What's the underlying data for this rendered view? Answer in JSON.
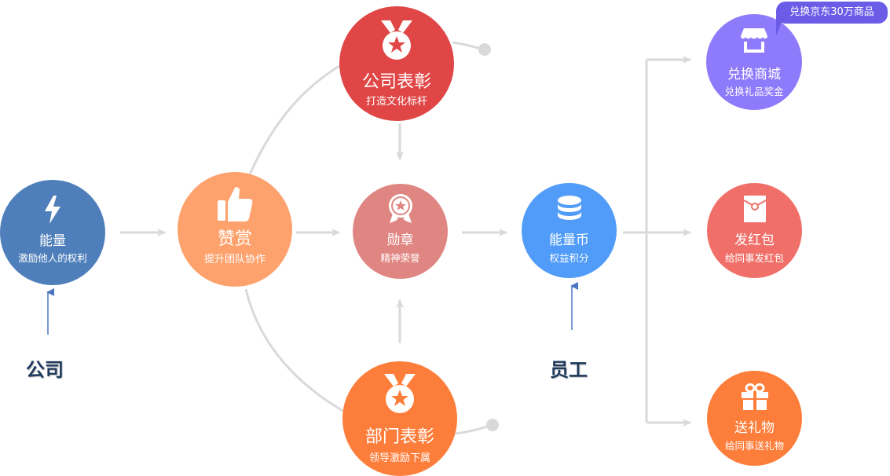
{
  "colors": {
    "connector": "#d9d9d9",
    "actor_arrow": "#4a76c2",
    "actor_text": "#1f3a5c"
  },
  "actors": {
    "company": "公司",
    "employee": "员工"
  },
  "nodes": {
    "energy": {
      "title": "能量",
      "subtitle": "激励他人的权利",
      "icon": "lightning-icon",
      "color": "#4f7fba"
    },
    "praise": {
      "title": "赞赏",
      "subtitle": "提升团队协作",
      "icon": "thumbs-up-icon",
      "color": "#fda26c"
    },
    "company_award": {
      "title": "公司表彰",
      "subtitle": "打造文化标杆",
      "icon": "medal-icon",
      "color": "#e04646"
    },
    "badge": {
      "title": "勋章",
      "subtitle": "精神荣誉",
      "icon": "rosette-icon",
      "color": "#e08682"
    },
    "dept_award": {
      "title": "部门表彰",
      "subtitle": "领导激励下属",
      "icon": "medal-icon",
      "color": "#fd7d3a"
    },
    "coins": {
      "title": "能量币",
      "subtitle": "权益积分",
      "icon": "coins-stack-icon",
      "color": "#519cf8"
    },
    "mall": {
      "title": "兑换商城",
      "subtitle": "兑换礼品奖金",
      "icon": "store-icon",
      "color": "#8e7bfb"
    },
    "red_packet": {
      "title": "发红包",
      "subtitle": "给同事发红包",
      "icon": "red-envelope-icon",
      "color": "#f07069"
    },
    "gift": {
      "title": "送礼物",
      "subtitle": "给同事送礼物",
      "icon": "gift-icon",
      "color": "#fd7d3a"
    }
  },
  "callout": {
    "text": "兑换京东30万商品",
    "color": "#6b5ce7"
  }
}
